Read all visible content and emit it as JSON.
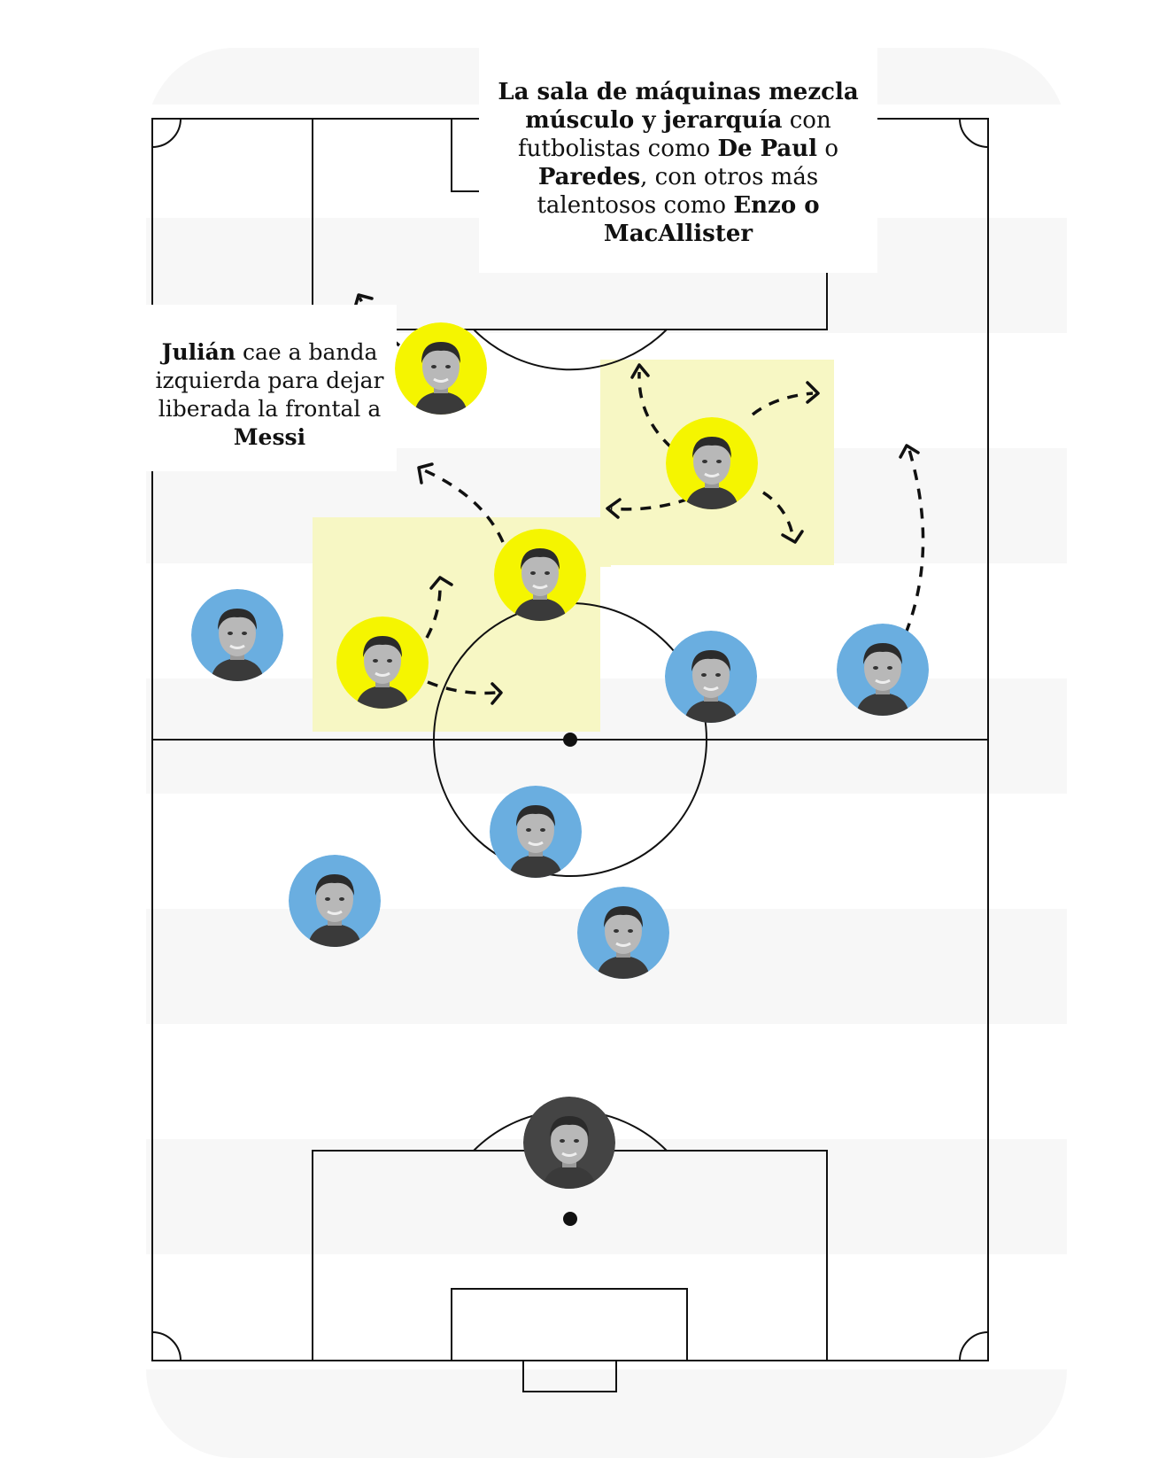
{
  "callouts": {
    "top": {
      "parts": [
        {
          "text": "La sala de máquinas mezcla músculo y jerarquía",
          "bold": true
        },
        {
          "text": " con futbolistas como ",
          "bold": false
        },
        {
          "text": "De Paul",
          "bold": true
        },
        {
          "text": " o ",
          "bold": false
        },
        {
          "text": "Paredes",
          "bold": true
        },
        {
          "text": ", con otros más talentosos como ",
          "bold": false
        },
        {
          "text": "Enzo o MacAllister",
          "bold": true
        }
      ]
    },
    "left": {
      "parts": [
        {
          "text": "Julián",
          "bold": true
        },
        {
          "text": " cae a banda izquierda para dejar liberada la frontal a ",
          "bold": false
        },
        {
          "text": "Messi",
          "bold": true
        }
      ]
    }
  },
  "colors": {
    "highlight_ring": "#f5f500",
    "default_ring": "#6aaee0",
    "goalkeeper_ring": "#444444",
    "zone_fill": "#f7f7c4",
    "stripe": "#f7f7f7",
    "lines": "#111111"
  },
  "players": [
    {
      "name": "julian-avatar",
      "ring": "highlight",
      "icon": "player-face-icon"
    },
    {
      "name": "messi-avatar",
      "ring": "highlight",
      "icon": "player-face-icon"
    },
    {
      "name": "mac-allister-avatar",
      "ring": "highlight",
      "icon": "player-face-icon"
    },
    {
      "name": "enzo-avatar",
      "ring": "highlight",
      "icon": "player-face-icon"
    },
    {
      "name": "acuna-avatar",
      "ring": "default",
      "icon": "player-face-icon"
    },
    {
      "name": "de-paul-avatar",
      "ring": "default",
      "icon": "player-face-icon"
    },
    {
      "name": "molina-avatar",
      "ring": "default",
      "icon": "player-face-icon"
    },
    {
      "name": "paredes-avatar",
      "ring": "default",
      "icon": "player-face-icon"
    },
    {
      "name": "balerdi-avatar",
      "ring": "default",
      "icon": "player-face-icon"
    },
    {
      "name": "romero-avatar",
      "ring": "default",
      "icon": "player-face-icon"
    },
    {
      "name": "goalkeeper-avatar",
      "ring": "goalkeeper",
      "icon": "player-face-icon"
    }
  ]
}
